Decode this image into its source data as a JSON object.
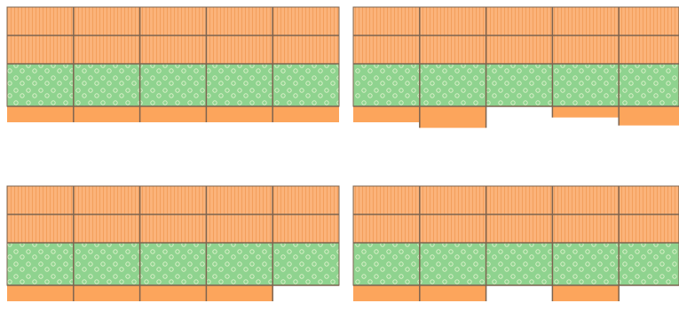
{
  "colors": {
    "background": "#ffffff",
    "orange_fill": "#fbb37a",
    "orange_stripe": "#ec8e44",
    "orange_solid": "#fca55c",
    "green_fill": "#8fd38f",
    "green_dots": "#d9f0c8",
    "divider": "#7d6450"
  },
  "panels": [
    {
      "id": "top-left",
      "bottom_segments": [
        1,
        1,
        1,
        1,
        1
      ],
      "columns": 5
    },
    {
      "id": "top-right",
      "bottom_segments": [
        1,
        1.35,
        0,
        0.7,
        1.2
      ],
      "columns": 5
    },
    {
      "id": "bottom-left",
      "bottom_segments": [
        1,
        1,
        1,
        1,
        0
      ],
      "columns": 5
    },
    {
      "id": "bottom-right",
      "bottom_segments": [
        1,
        1,
        0,
        1,
        0
      ],
      "columns": 5
    }
  ]
}
